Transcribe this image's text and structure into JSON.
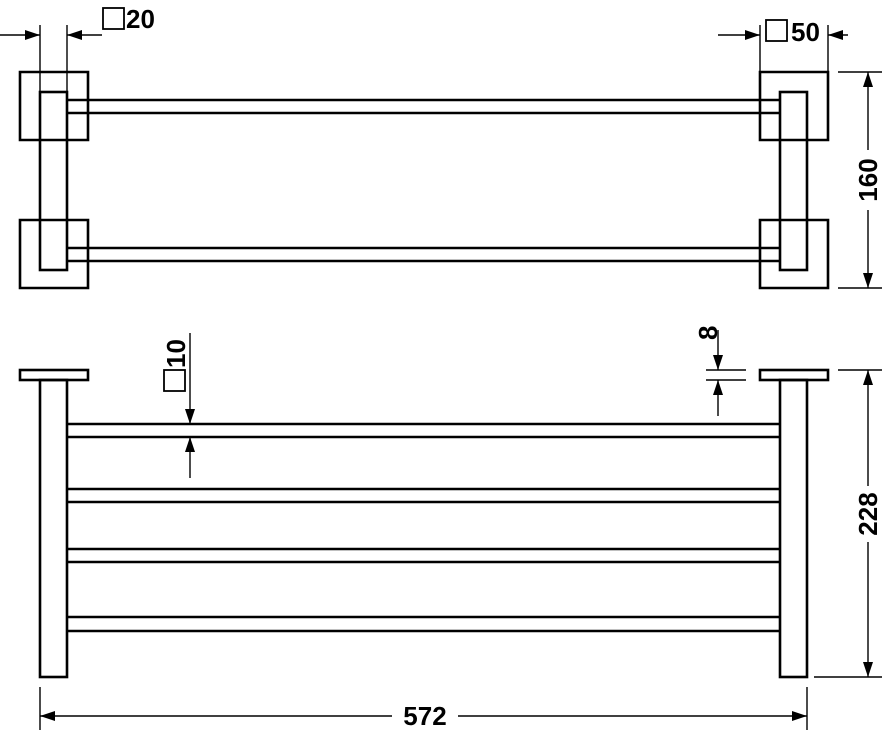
{
  "dimensions": {
    "wall_profile": "20",
    "mount_square": "50",
    "depth": "160",
    "rail_profile": "10",
    "flange_thickness": "8",
    "height": "228",
    "length": "572"
  }
}
